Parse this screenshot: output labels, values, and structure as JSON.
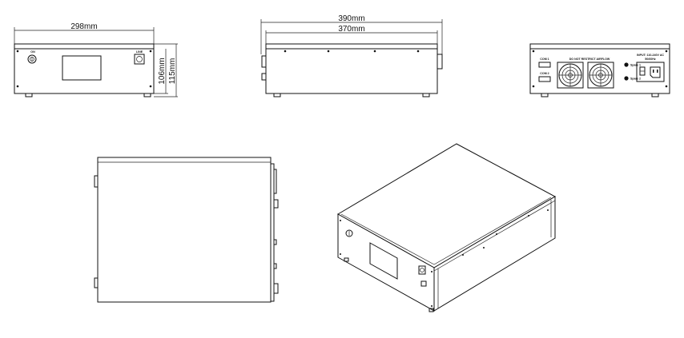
{
  "dimensions": {
    "front_width": "298mm",
    "front_height_inner": "106mm",
    "front_height_outer": "115mm",
    "side_depth_outer": "390mm",
    "side_depth_inner": "370mm"
  },
  "rear_labels": {
    "com1": "COM 1",
    "com2": "COM 2",
    "fans_title": "DO NOT RESTRICT AIRFLOW",
    "input": "INPUT: 110-240V AC",
    "input2": "50/60Hz",
    "spare1": "Spare 1",
    "spare2": "Spare 2"
  },
  "front_labels": {
    "key": "ON",
    "port": "LINE"
  }
}
